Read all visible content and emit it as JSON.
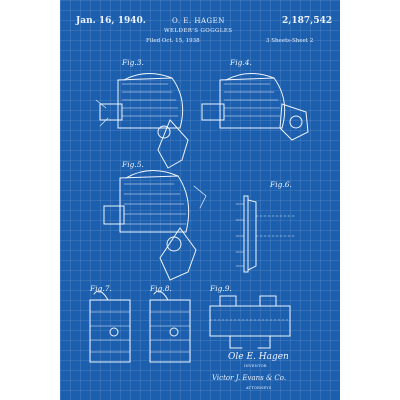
{
  "header": {
    "date": "Jan. 16, 1940.",
    "inventor": "O. E. HAGEN",
    "patent_number": "2,187,542",
    "title": "WELDER'S GOGGLES",
    "filed": "Filed Oct. 15, 1938",
    "sheets": "3 Sheets-Sheet 2"
  },
  "figures": [
    "Fig.3.",
    "Fig.4.",
    "Fig.5.",
    "Fig.6.",
    "Fig.7.",
    "Fig.8.",
    "Fig.9."
  ],
  "signature": {
    "inventor_name": "Ole E. Hagen",
    "inventor_role": "INVENTOR",
    "attorney_name": "Victor J. Evans & Co.",
    "attorney_role": "ATTORNEYS"
  },
  "colors": {
    "blueprint": "#1b5fae",
    "ink": "#eef4ff"
  }
}
